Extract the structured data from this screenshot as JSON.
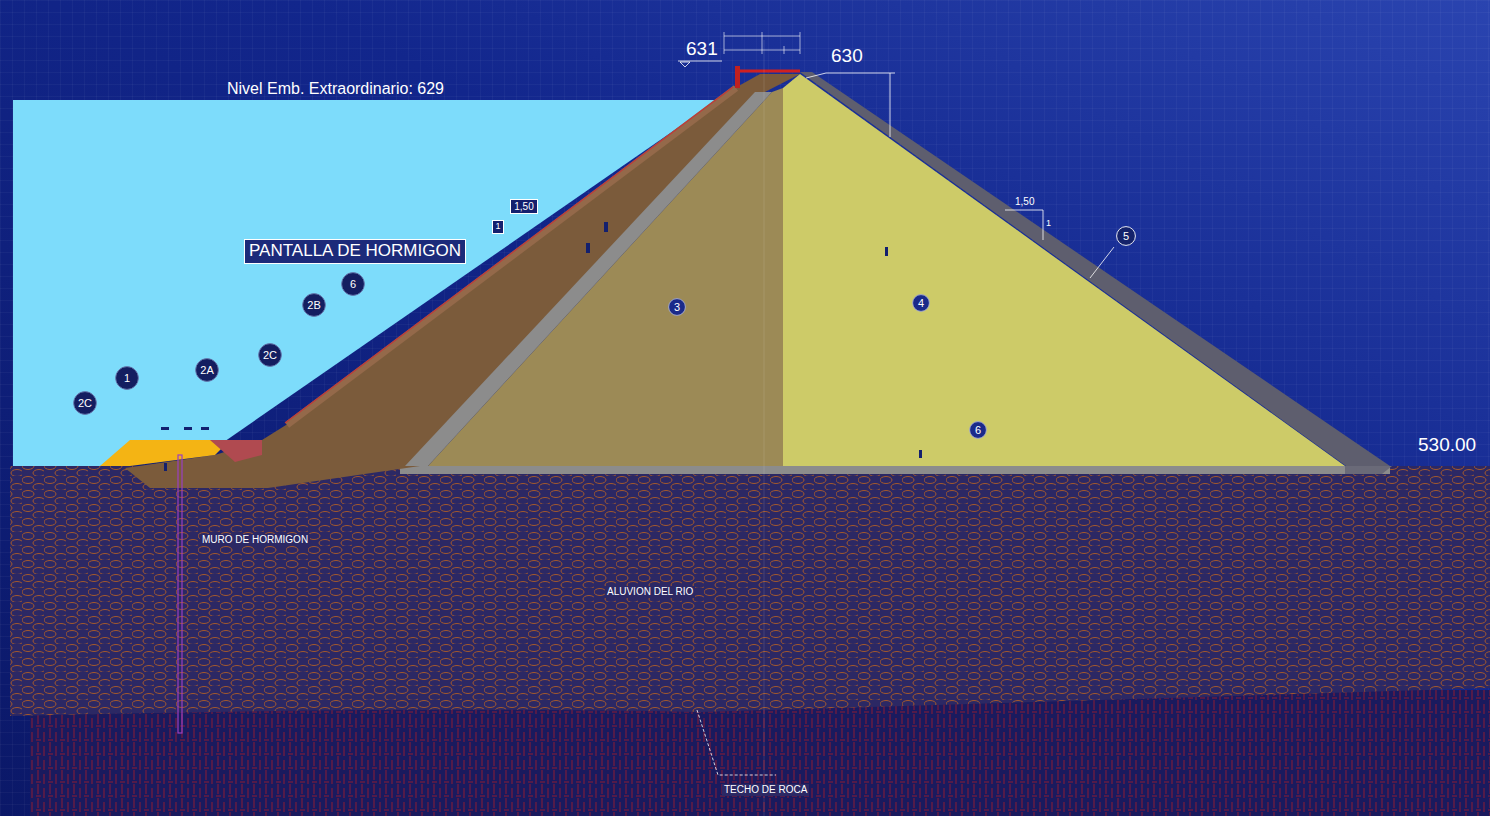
{
  "diagram": {
    "nodes": [
      {
        "text": [
          "1,50"
        ]
      },
      {
        "text": [
          "1"
        ]
      },
      {
        "text": [
          "5"
        ]
      },
      {
        "text": [
          "PANTALLA DE HORMIGON"
        ]
      },
      {
        "text": [
          "6"
        ]
      },
      {
        "text": [
          "4"
        ]
      },
      {
        "text": [
          "2B"
        ]
      },
      {
        "text": [
          "3"
        ]
      },
      {
        "text": [
          "2C"
        ]
      },
      {
        "text": [
          "2A"
        ]
      },
      {
        "text": [
          "1"
        ]
      },
      {
        "text": [
          "2C"
        ]
      },
      {
        "text": [
          "6"
        ]
      }
    ],
    "labels": [
      "631",
      "630",
      "Nivel Emb. Extraordinario: 629",
      "1,50",
      "1",
      "530.00",
      "MURO DE HORMIGON",
      "ALUVION DEL RIO",
      "TECHO DE ROCA"
    ]
  }
}
